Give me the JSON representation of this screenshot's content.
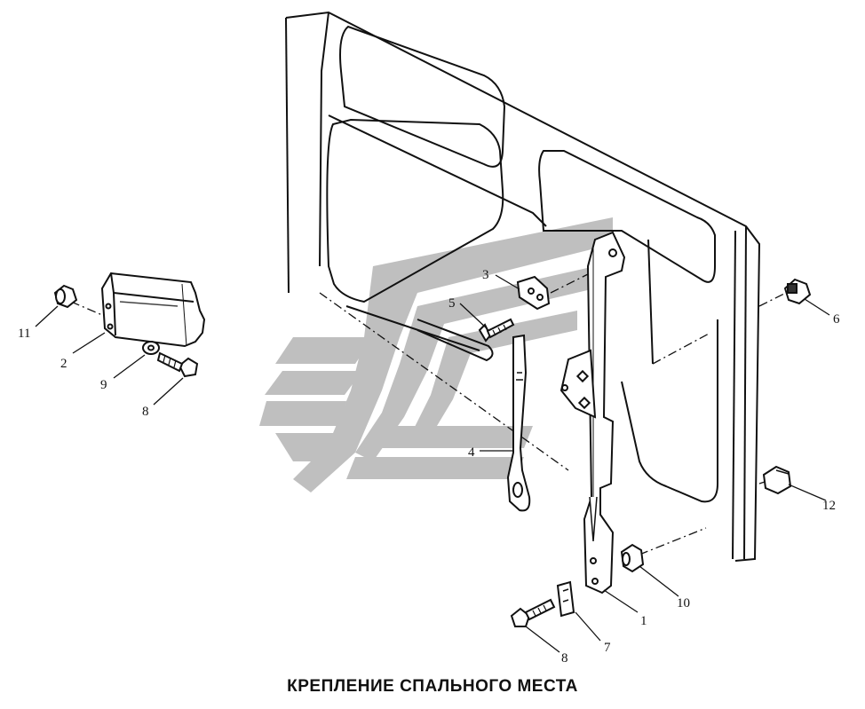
{
  "caption": "КРЕПЛЕНИЕ СПАЛЬНОГО МЕСТА",
  "colors": {
    "line": "#111111",
    "watermark": "#b4b4b4",
    "background": "#ffffff"
  },
  "callouts": {
    "c1": "1",
    "c2": "2",
    "c3": "3",
    "c4": "4",
    "c5": "5",
    "c6": "6",
    "c7": "7",
    "c8a": "8",
    "c8b": "8",
    "c9": "9",
    "c10": "10",
    "c11": "11",
    "c12": "12"
  }
}
